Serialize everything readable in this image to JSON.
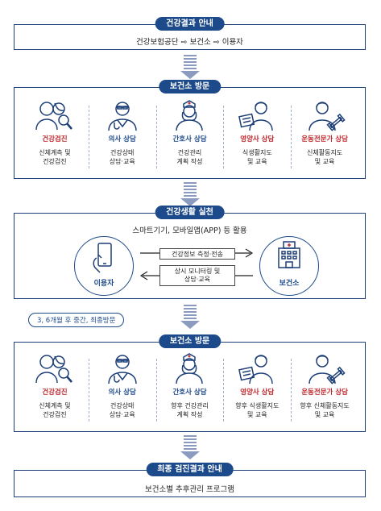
{
  "step1": {
    "title": "건강결과 안내",
    "text": "건강보험공단 ⇨ 보건소 ⇨ 이용자"
  },
  "visit1": {
    "title": "보건소 방문",
    "items": [
      {
        "title": "건강검진",
        "desc1": "신체계측 및",
        "desc2": "건강검진",
        "icon": "couple-magnifier-icon"
      },
      {
        "title": "의사 상담",
        "desc1": "건강상태",
        "desc2": "상담·교육",
        "icon": "doctor-icon"
      },
      {
        "title": "간호사 상담",
        "desc1": "건강관리",
        "desc2": "계획 작성",
        "icon": "nurse-icon"
      },
      {
        "title": "영양사 상담",
        "desc1": "식생활지도",
        "desc2": "및 교육",
        "icon": "nutritionist-icon"
      },
      {
        "title": "운동전문가 상담",
        "desc1": "신체활동지도",
        "desc2": "및 교육",
        "icon": "trainer-icon"
      }
    ]
  },
  "practice": {
    "title": "건강생활 실천",
    "subtitle": "스마트기기, 모바일앱(APP) 등 활용",
    "user_label": "이용자",
    "center_label": "보건소",
    "flow_top": "건강정보 측정·전송",
    "flow_bottom1": "상시 모니터링 및",
    "flow_bottom2": "상담·교육"
  },
  "followup_note": "3, 6개월 후 중간, 최종방문",
  "visit2": {
    "title": "보건소 방문",
    "items": [
      {
        "title": "건강검진",
        "desc1": "신체계측 및",
        "desc2": "건강검진",
        "icon": "couple-magnifier-icon"
      },
      {
        "title": "의사 상담",
        "desc1": "건강상태",
        "desc2": "상담·교육",
        "icon": "doctor-icon"
      },
      {
        "title": "간호사 상담",
        "desc1": "향후 건강관리",
        "desc2": "계획 작성",
        "icon": "nurse-icon"
      },
      {
        "title": "영양사 상담",
        "desc1": "향후 식생활지도",
        "desc2": "및 교육",
        "icon": "nutritionist-icon"
      },
      {
        "title": "운동전문가 상담",
        "desc1": "향후 신체활동지도",
        "desc2": "및 교육",
        "icon": "trainer-icon"
      }
    ]
  },
  "final": {
    "title": "최종 검진결과 안내",
    "text": "보건소별 추후관리 프로그램"
  },
  "colors": {
    "navy": "#1d4a8a",
    "red": "#c0282e",
    "arrow": "#8a9bbf"
  }
}
